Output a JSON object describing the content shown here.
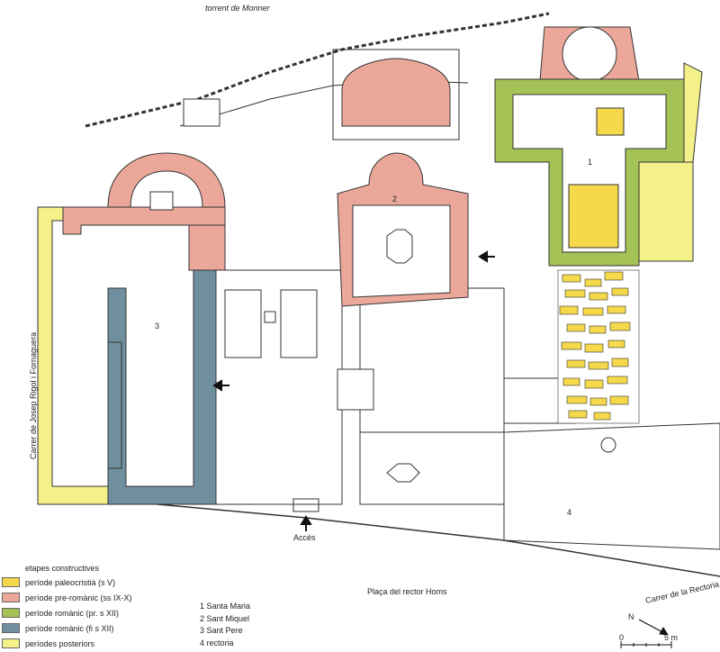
{
  "map": {
    "streets": {
      "top": "torrent de Monner",
      "left": "Carrer de Josep Rigol i Fornaguera",
      "bottom": "Plaça del rector Homs",
      "bottom_right": "Carrer de la Rectoria"
    },
    "access_label": "Accés",
    "numbers": [
      "1",
      "2",
      "3",
      "4"
    ],
    "scale": {
      "zero": "0",
      "end": "5 m"
    },
    "north": "N"
  },
  "legend": {
    "title": "etapes constructives",
    "items": [
      {
        "label": "període paleocristià (s V)",
        "color": "#f5d94a"
      },
      {
        "label": "període pre-romànic (ss IX-X)",
        "color": "#eba89a"
      },
      {
        "label": "període romànic (pr. s XII)",
        "color": "#a4c256"
      },
      {
        "label": "període romànic (fi s XII)",
        "color": "#6f8f9e"
      },
      {
        "label": "períodes posteriors",
        "color": "#f4f08a"
      }
    ]
  },
  "buildings": [
    "1 Santa Maria",
    "2 Sant Miquel",
    "3 Sant Pere",
    "4 rectoria"
  ]
}
